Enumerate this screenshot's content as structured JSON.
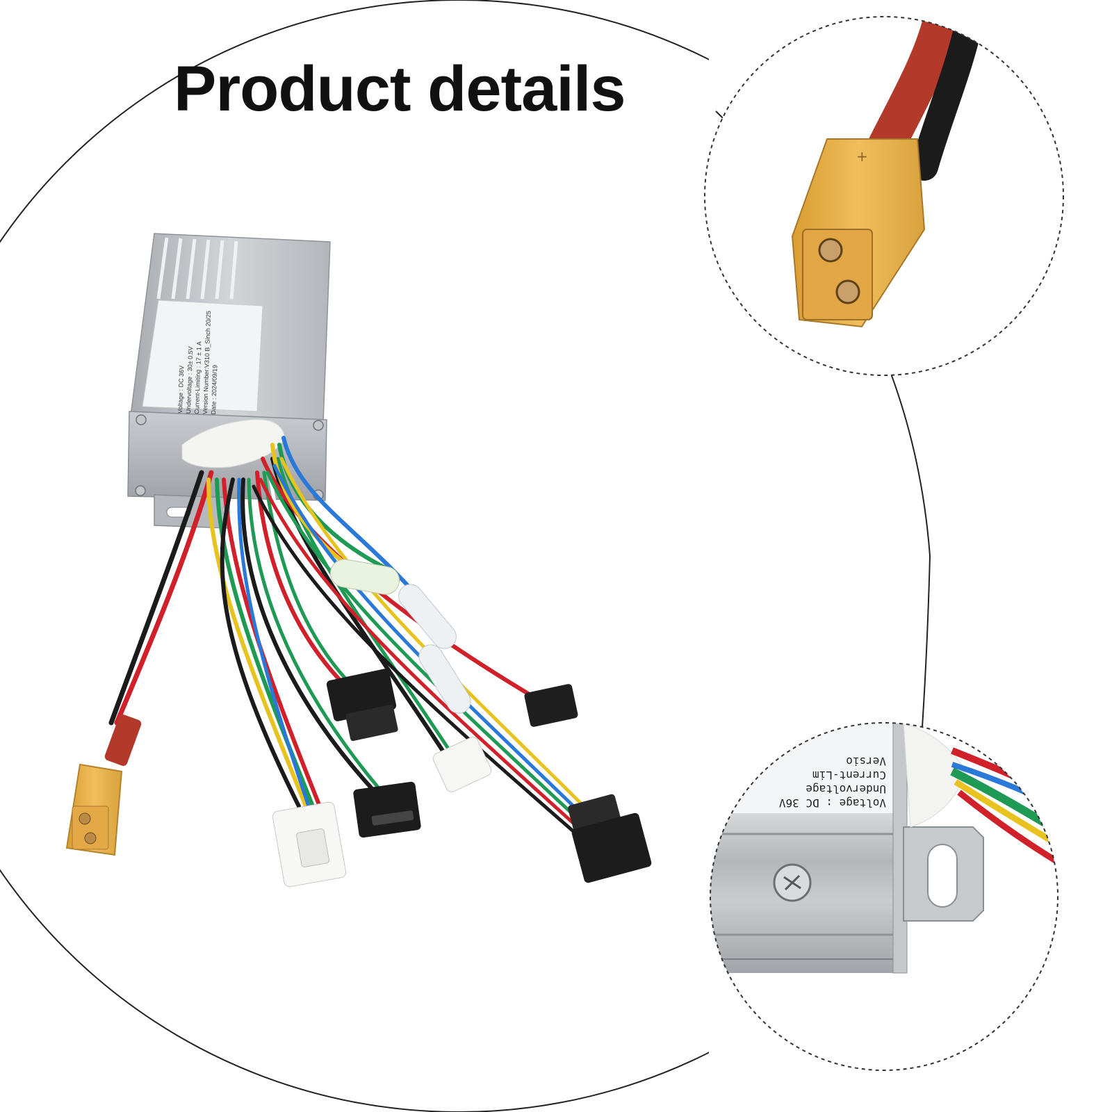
{
  "title": "Product details",
  "product_label": {
    "lines": [
      "Voltage : DC 36V",
      "Undervoltage : 30± 0.5V",
      "Current-Limiting : 17 ± 1 A",
      "Version Number:V310 B_Sinch 20/25",
      "Date : 2024/09/19"
    ]
  },
  "zoom_label": {
    "lines": [
      "Voltage : DC 36V",
      "Undervoltage",
      "Current-Lim",
      "Versio"
    ]
  },
  "connector_marks": {
    "plus": "+"
  },
  "colors": {
    "background": "#ffffff",
    "case": "#b9bdc2",
    "connector_yellow": "#e6b04a",
    "wire_red": "#d0202a",
    "wire_black": "#1b1b1b",
    "wire_green": "#1f9a55",
    "wire_yellow": "#e8c21e",
    "wire_blue": "#2a78d8"
  }
}
